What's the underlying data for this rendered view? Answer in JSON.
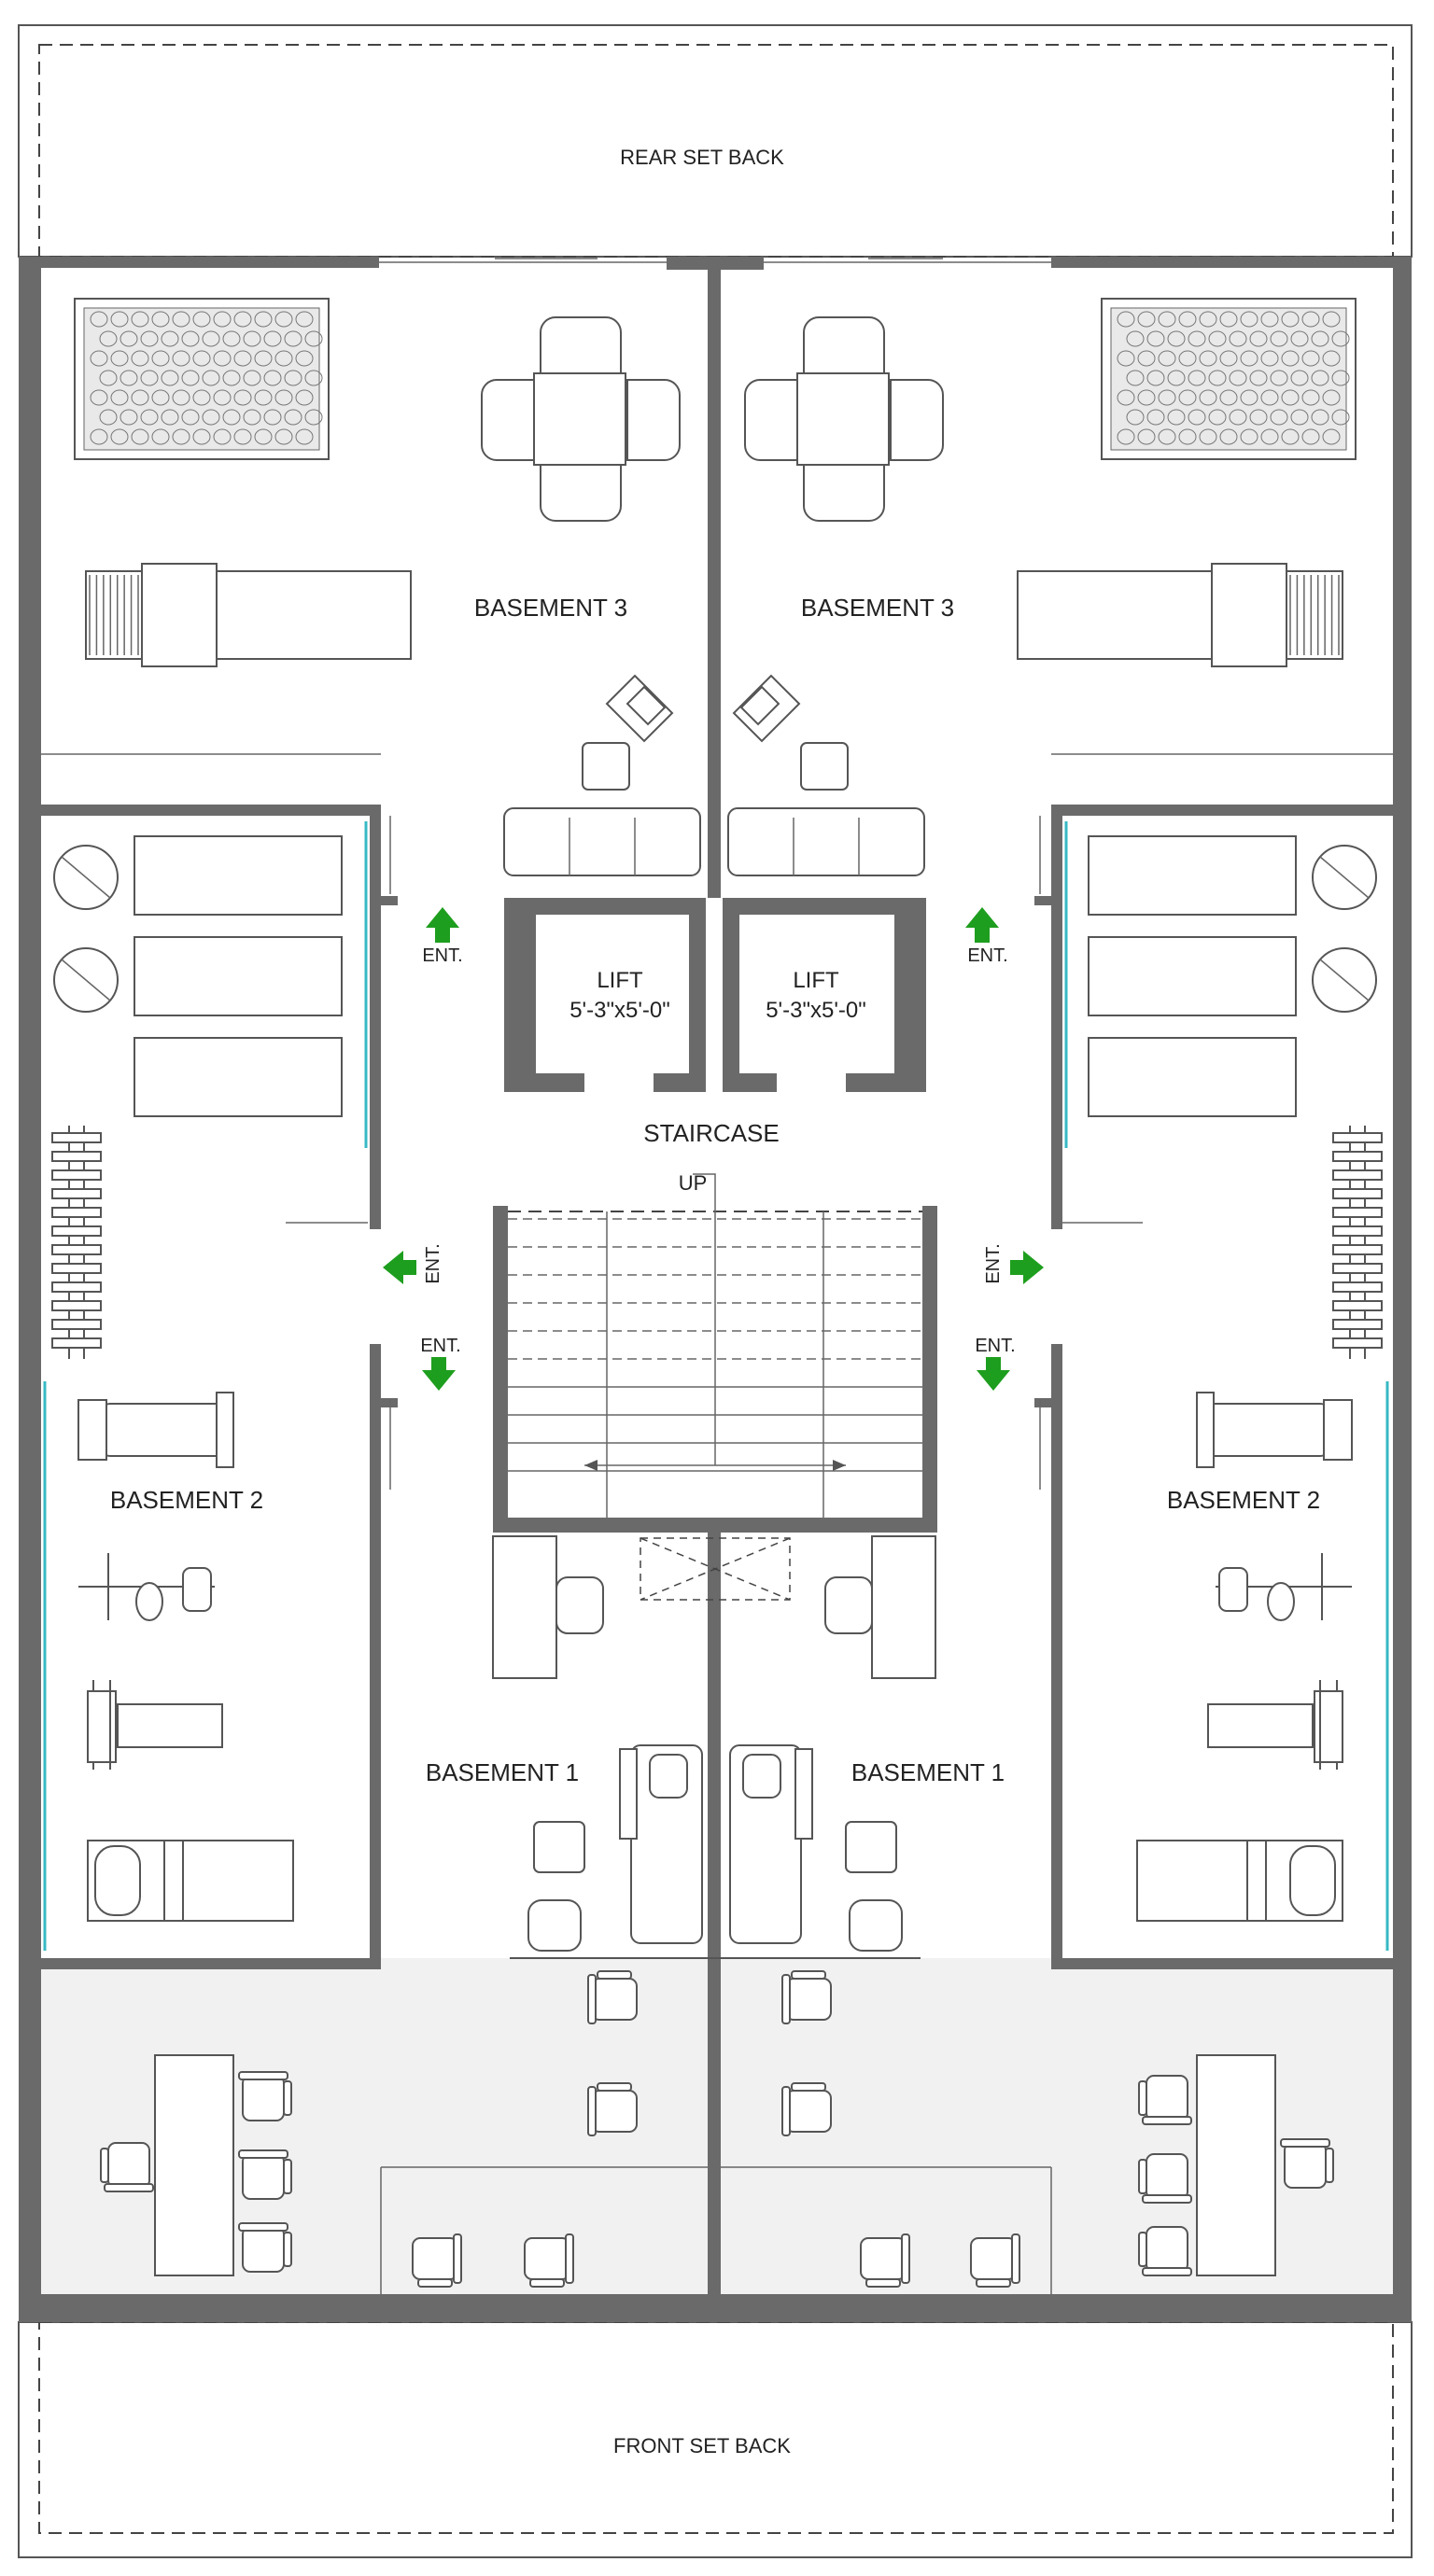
{
  "labels": {
    "rear_setback": "REAR SET BACK",
    "front_setback": "FRONT SET BACK",
    "basement3_left": "BASEMENT 3",
    "basement3_right": "BASEMENT 3",
    "basement2_left": "BASEMENT 2",
    "basement2_right": "BASEMENT 2",
    "basement1_left": "BASEMENT 1",
    "basement1_right": "BASEMENT 1",
    "staircase": "STAIRCASE",
    "up": "UP",
    "lift_left_title": "LIFT",
    "lift_left_size": "5'-3\"x5'-0\"",
    "lift_right_title": "LIFT",
    "lift_right_size": "5'-3\"x5'-0\"",
    "entrance": "ENT."
  },
  "colors": {
    "wall": "#6a6a6a",
    "arrow": "#1e9e1e",
    "glass": "#37b9c4",
    "shade": "#f1f1f1"
  }
}
